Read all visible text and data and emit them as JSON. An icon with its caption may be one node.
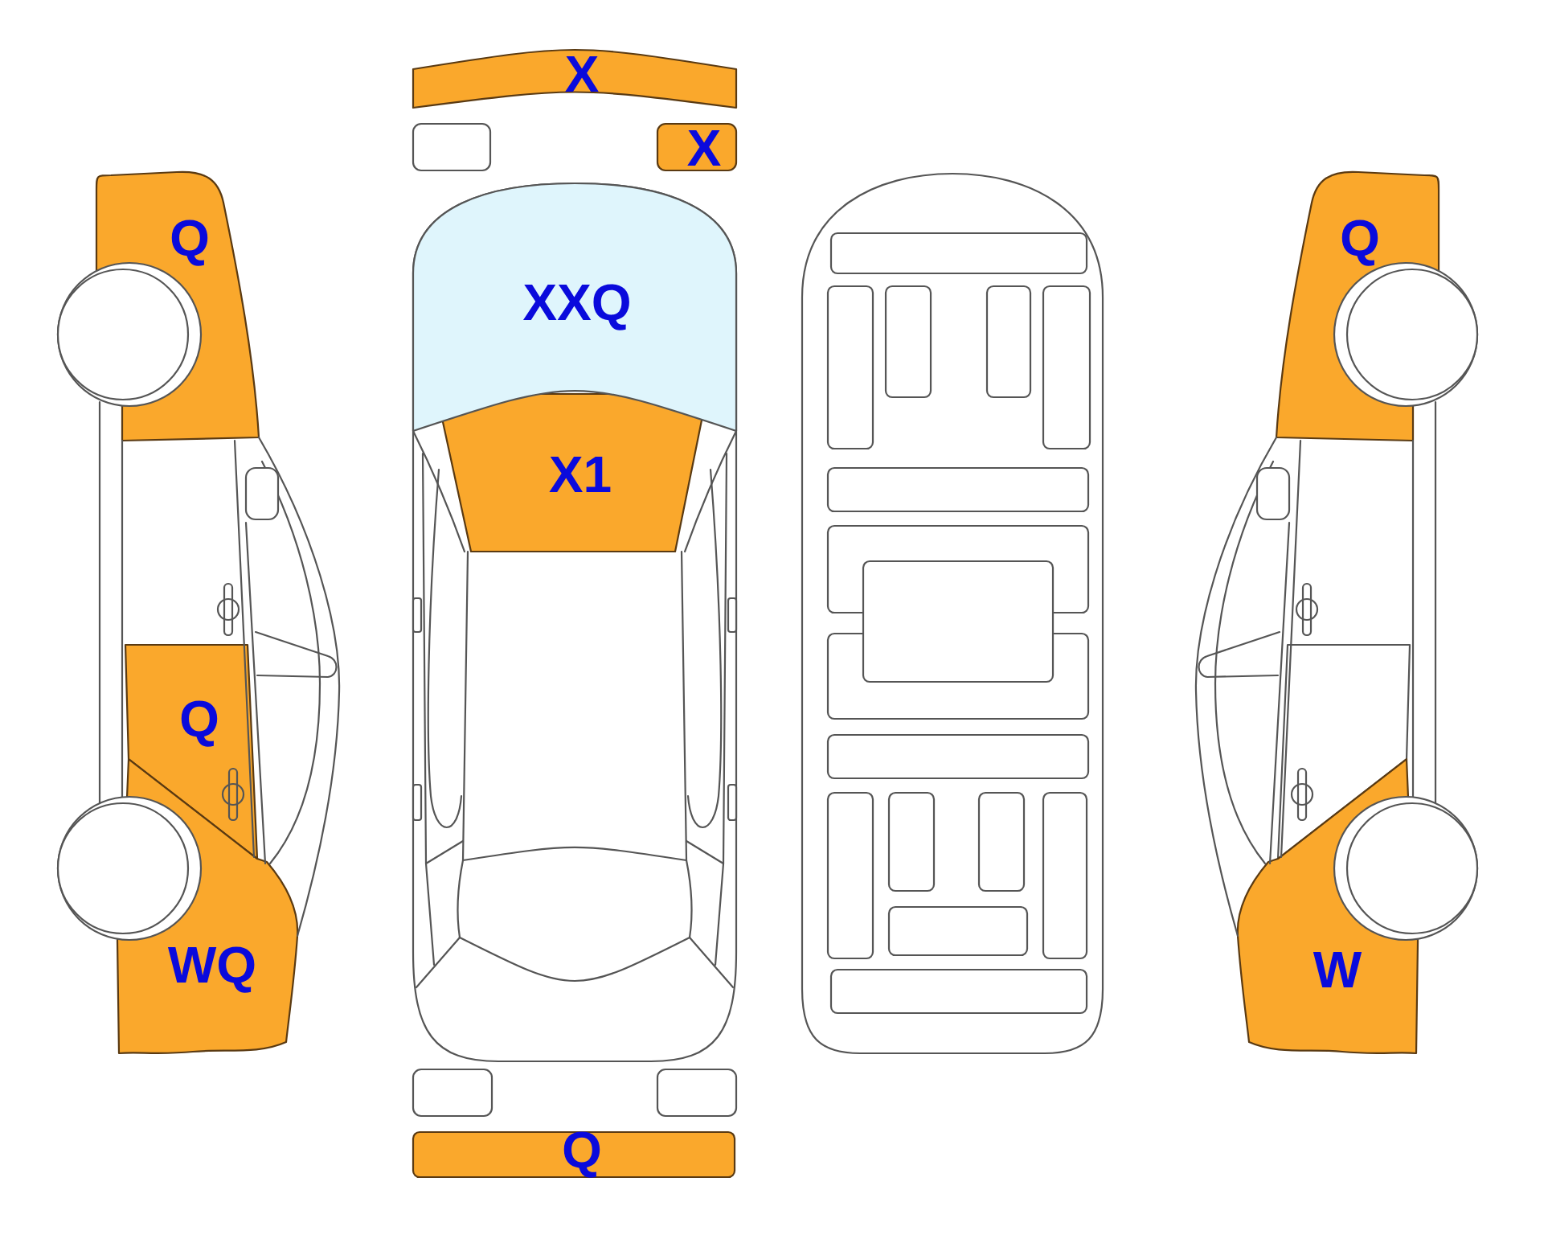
{
  "diagram": {
    "labels": [
      "X",
      "X",
      "Q",
      "Q",
      "XXQ",
      "X1",
      "Q",
      "WQ",
      "W",
      "Q"
    ]
  }
}
